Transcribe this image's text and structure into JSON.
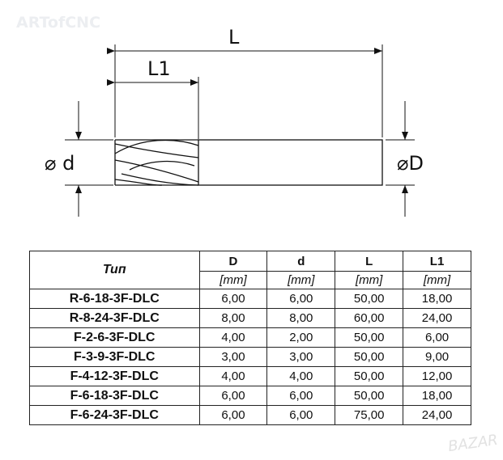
{
  "watermark": "ARTofCNC",
  "watermark2": "BAZAR",
  "drawing": {
    "L": "L",
    "L1": "L1",
    "d": "⌀ d",
    "D": "⌀D"
  },
  "table": {
    "type_header": "Тип",
    "headers": [
      "D",
      "d",
      "L",
      "L1"
    ],
    "units": [
      "[mm]",
      "[mm]",
      "[mm]",
      "[mm]"
    ],
    "rows": [
      [
        "R-6-18-3F-DLC",
        "6,00",
        "6,00",
        "50,00",
        "18,00"
      ],
      [
        "R-8-24-3F-DLC",
        "8,00",
        "8,00",
        "60,00",
        "24,00"
      ],
      [
        "F-2-6-3F-DLC",
        "4,00",
        "2,00",
        "50,00",
        "6,00"
      ],
      [
        "F-3-9-3F-DLC",
        "3,00",
        "3,00",
        "50,00",
        "9,00"
      ],
      [
        "F-4-12-3F-DLC",
        "4,00",
        "4,00",
        "50,00",
        "12,00"
      ],
      [
        "F-6-18-3F-DLC",
        "6,00",
        "6,00",
        "50,00",
        "18,00"
      ],
      [
        "F-6-24-3F-DLC",
        "6,00",
        "6,00",
        "75,00",
        "24,00"
      ]
    ]
  }
}
